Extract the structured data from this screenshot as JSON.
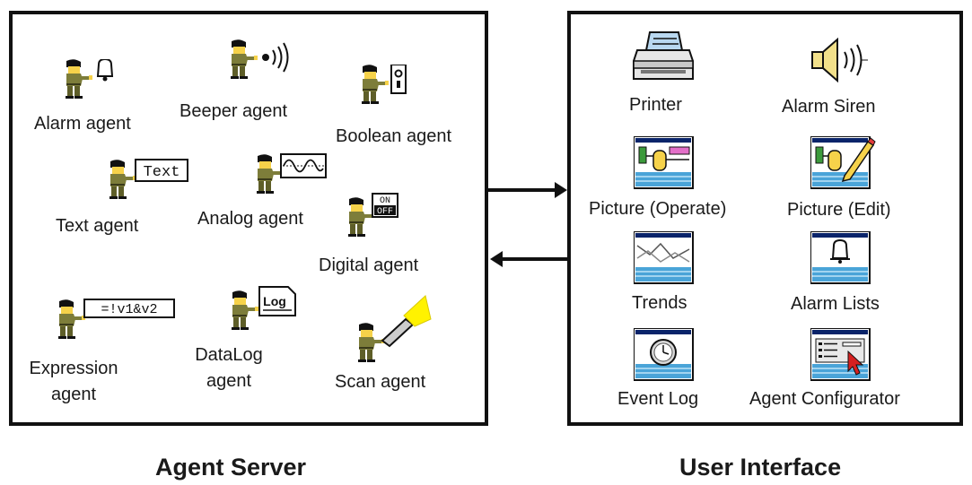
{
  "agent_server": {
    "title": "Agent Server",
    "agents": [
      {
        "label": "Alarm agent",
        "icon": "alarm-bell-icon"
      },
      {
        "label": "Beeper agent",
        "icon": "beeper-icon"
      },
      {
        "label": "Boolean agent",
        "icon": "boolean-switch-icon"
      },
      {
        "label": "Text agent",
        "icon": "text-sign-icon",
        "sign": "Text"
      },
      {
        "label": "Analog agent",
        "icon": "sine-wave-icon"
      },
      {
        "label": "Digital agent",
        "icon": "on-off-icon",
        "sign_on": "ON",
        "sign_off": "OFF"
      },
      {
        "label": "Expression\nagent",
        "icon": "expression-icon",
        "sign": "=!v1&v2"
      },
      {
        "label": "DataLog\nagent",
        "icon": "datalog-icon",
        "sign": "Log"
      },
      {
        "label": "Scan agent",
        "icon": "flashlight-icon"
      }
    ]
  },
  "user_interface": {
    "title": "User Interface",
    "components": [
      {
        "label": "Printer",
        "icon": "printer-icon"
      },
      {
        "label": "Alarm Siren",
        "icon": "speaker-icon"
      },
      {
        "label": "Picture (Operate)",
        "icon": "picture-operate-icon"
      },
      {
        "label": "Picture (Edit)",
        "icon": "picture-edit-icon"
      },
      {
        "label": "Trends",
        "icon": "trends-icon"
      },
      {
        "label": "Alarm Lists",
        "icon": "alarm-list-icon"
      },
      {
        "label": "Event Log",
        "icon": "event-log-icon"
      },
      {
        "label": "Agent Configurator",
        "icon": "agent-configurator-icon"
      }
    ]
  },
  "connections": [
    {
      "direction": "to-user-interface",
      "icon": "arrow-right-icon"
    },
    {
      "direction": "to-agent-server",
      "icon": "arrow-left-icon"
    }
  ]
}
